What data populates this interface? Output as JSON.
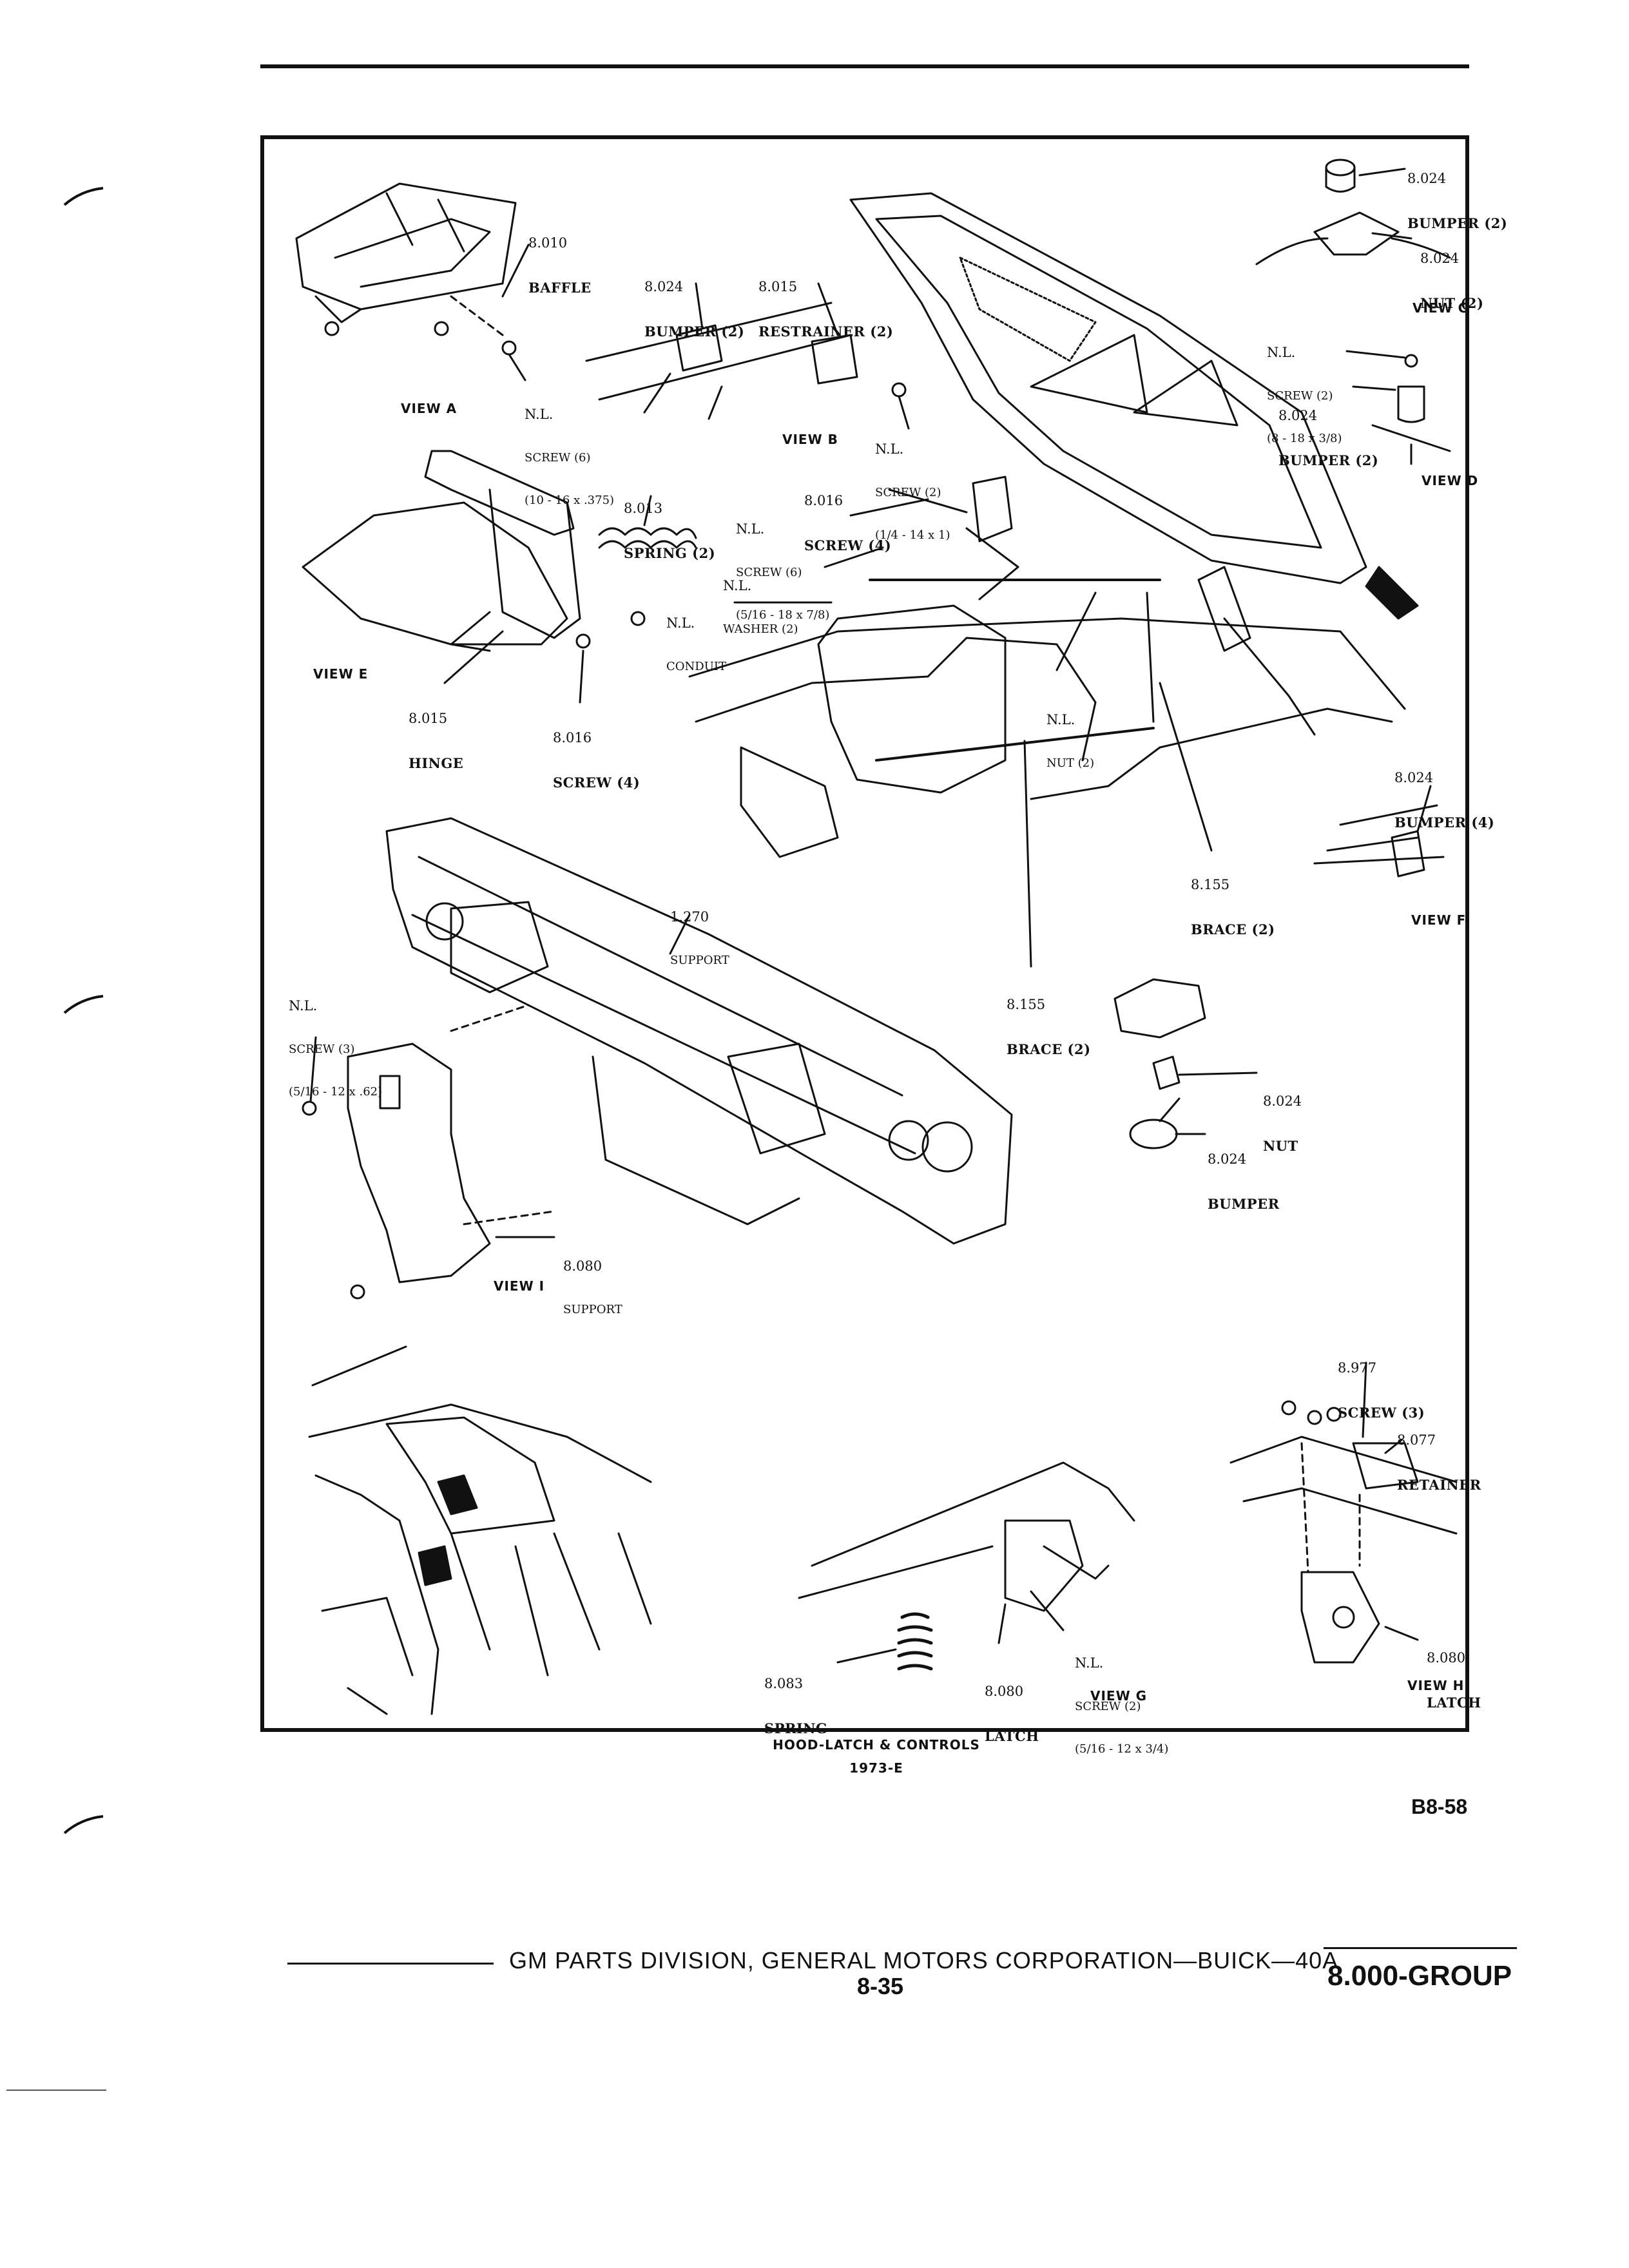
{
  "figure": {
    "caption_title": "HOOD-LATCH & CONTROLS",
    "caption_sub": "1973-E",
    "page_ref": "B8-58"
  },
  "views": {
    "a": "VIEW A",
    "b": "VIEW B",
    "c": "VIEW C",
    "d": "VIEW D",
    "e": "VIEW E",
    "f": "VIEW F",
    "g": "VIEW G",
    "h": "VIEW H",
    "i": "VIEW I"
  },
  "callouts": {
    "baffle": {
      "num": "8.010",
      "name": "BAFFLE"
    },
    "bumper_b": {
      "num": "8.024",
      "name": "BUMPER (2)"
    },
    "restrainer": {
      "num": "8.015",
      "name": "RESTRAINER (2)"
    },
    "bumper_c": {
      "num": "8.024",
      "name": "BUMPER (2)"
    },
    "nut_c": {
      "num": "8.024",
      "name": "NUT (2)"
    },
    "screw_a": {
      "num": "N.L.",
      "name": "SCREW (6)",
      "spec": "(10 - 16 x .375)"
    },
    "screw_b": {
      "num": "N.L.",
      "name": "SCREW (2)",
      "spec": "(1/4 - 14 x 1)"
    },
    "screw_d": {
      "num": "N.L.",
      "name": "SCREW (2)",
      "spec": "(8 - 18 x 3/8)"
    },
    "bumper_d": {
      "num": "8.024",
      "name": "BUMPER (2)"
    },
    "spring_e": {
      "num": "8.013",
      "name": "SPRING (2)"
    },
    "screw_hinge": {
      "num": "8.016",
      "name": "SCREW (4)"
    },
    "screw_nl6": {
      "num": "N.L.",
      "name": "SCREW (6)",
      "spec": "(5/16 - 18 x 7/8)"
    },
    "washer": {
      "num": "N.L.",
      "name": "WASHER (2)"
    },
    "conduit": {
      "num": "N.L.",
      "name": "CONDUIT"
    },
    "hinge": {
      "num": "8.015",
      "name": "HINGE"
    },
    "screw_e": {
      "num": "8.016",
      "name": "SCREW (4)"
    },
    "nut_nl": {
      "num": "N.L.",
      "name": "NUT (2)"
    },
    "bumper_f": {
      "num": "8.024",
      "name": "BUMPER (4)"
    },
    "brace_1": {
      "num": "8.155",
      "name": "BRACE (2)"
    },
    "brace_2": {
      "num": "8.155",
      "name": "BRACE (2)"
    },
    "support_main": {
      "num": "1.270",
      "name": "SUPPORT"
    },
    "screw_i": {
      "num": "N.L.",
      "name": "SCREW (3)",
      "spec": "(5/16 - 12 x .62)"
    },
    "nut_mid": {
      "num": "8.024",
      "name": "NUT"
    },
    "bumper_mid": {
      "num": "8.024",
      "name": "BUMPER"
    },
    "support_i": {
      "num": "8.080",
      "name": "SUPPORT"
    },
    "screw_h": {
      "num": "8.977",
      "name": "SCREW (3)"
    },
    "retainer": {
      "num": "8.077",
      "name": "RETAINER"
    },
    "latch_h": {
      "num": "8.080",
      "name": "LATCH"
    },
    "spring_g": {
      "num": "8.083",
      "name": "SPRING"
    },
    "latch_g": {
      "num": "8.080",
      "name": "LATCH"
    },
    "screw_g": {
      "num": "N.L.",
      "name": "SCREW (2)",
      "spec": "(5/16 - 12 x 3/4)"
    }
  },
  "footer": {
    "text": "GM PARTS DIVISION,  GENERAL MOTORS CORPORATION—BUICK—40A",
    "page": "8-35",
    "group": "8.000-GROUP"
  },
  "colors": {
    "ink": "#111111",
    "paper": "#ffffff"
  }
}
